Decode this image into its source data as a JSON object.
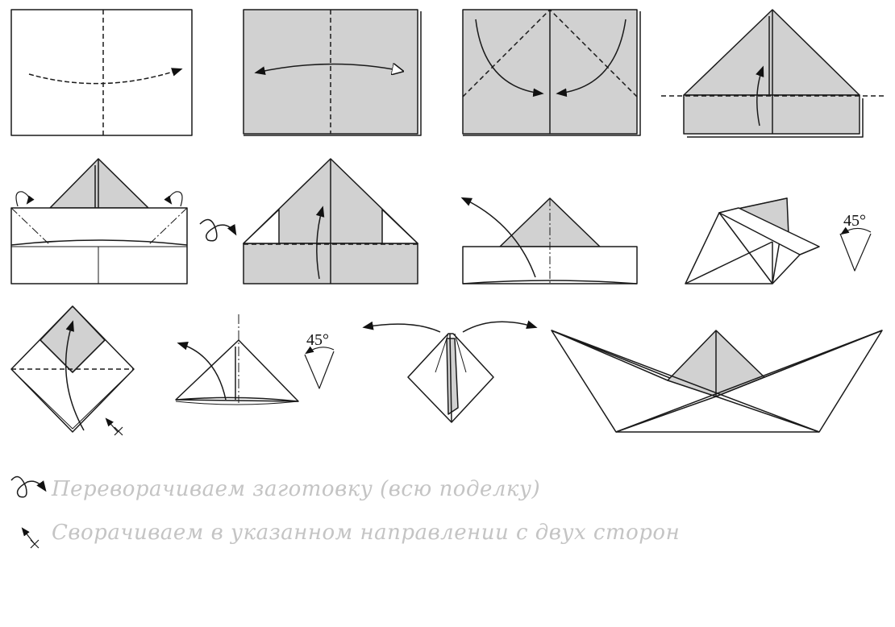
{
  "steps": {
    "angle_label_1": "45°",
    "angle_label_2": "45°"
  },
  "legend": {
    "flip_text": "Переворачиваем заготовку (всю поделку)",
    "fold_both_sides_text": "Сворачиваем в указанном направлении с двух сторон"
  },
  "colors": {
    "paper_shaded": "#d1d1d1",
    "paper_white": "#ffffff",
    "line": "#1a1a1a",
    "legend_text": "#c4c4c4"
  },
  "icons": {
    "flip": "flip-loop-icon",
    "fold_both_sides": "fold-arrow-cross-icon"
  }
}
